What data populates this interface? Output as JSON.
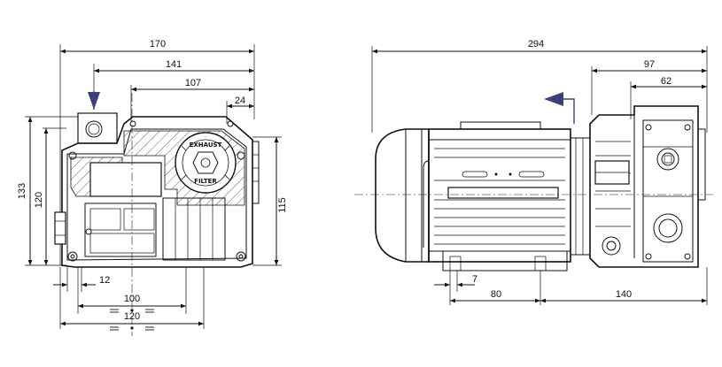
{
  "left_view": {
    "dims": {
      "overall_width": "170",
      "width_141": "141",
      "width_107": "107",
      "width_24": "24",
      "height_133": "133",
      "height_120": "120",
      "height_115": "115",
      "foot_12": "12",
      "base_100": "100",
      "base_120": "120"
    },
    "exhaust_label_top": "EXHAUST",
    "exhaust_label_bottom": "FILTER"
  },
  "right_view": {
    "dims": {
      "overall_length": "294",
      "length_97": "97",
      "length_62": "62",
      "foot_7": "7",
      "base_80": "80",
      "base_140": "140"
    }
  },
  "colors": {
    "arrow": "#3b3f7a",
    "line": "#111111"
  }
}
